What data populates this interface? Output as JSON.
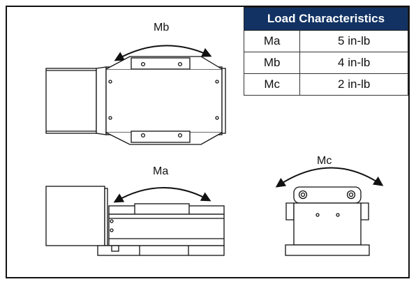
{
  "table": {
    "title": "Load Characteristics",
    "rows": [
      {
        "name": "Ma",
        "value": "5 in-lb"
      },
      {
        "name": "Mb",
        "value": "4 in-lb"
      },
      {
        "name": "Mc",
        "value": "2 in-lb"
      }
    ]
  },
  "labels": {
    "top_view": "Mb",
    "side_view": "Ma",
    "end_view": "Mc"
  },
  "colors": {
    "header_bg": "#123263",
    "header_text": "#ffffff",
    "line": "#111111"
  }
}
